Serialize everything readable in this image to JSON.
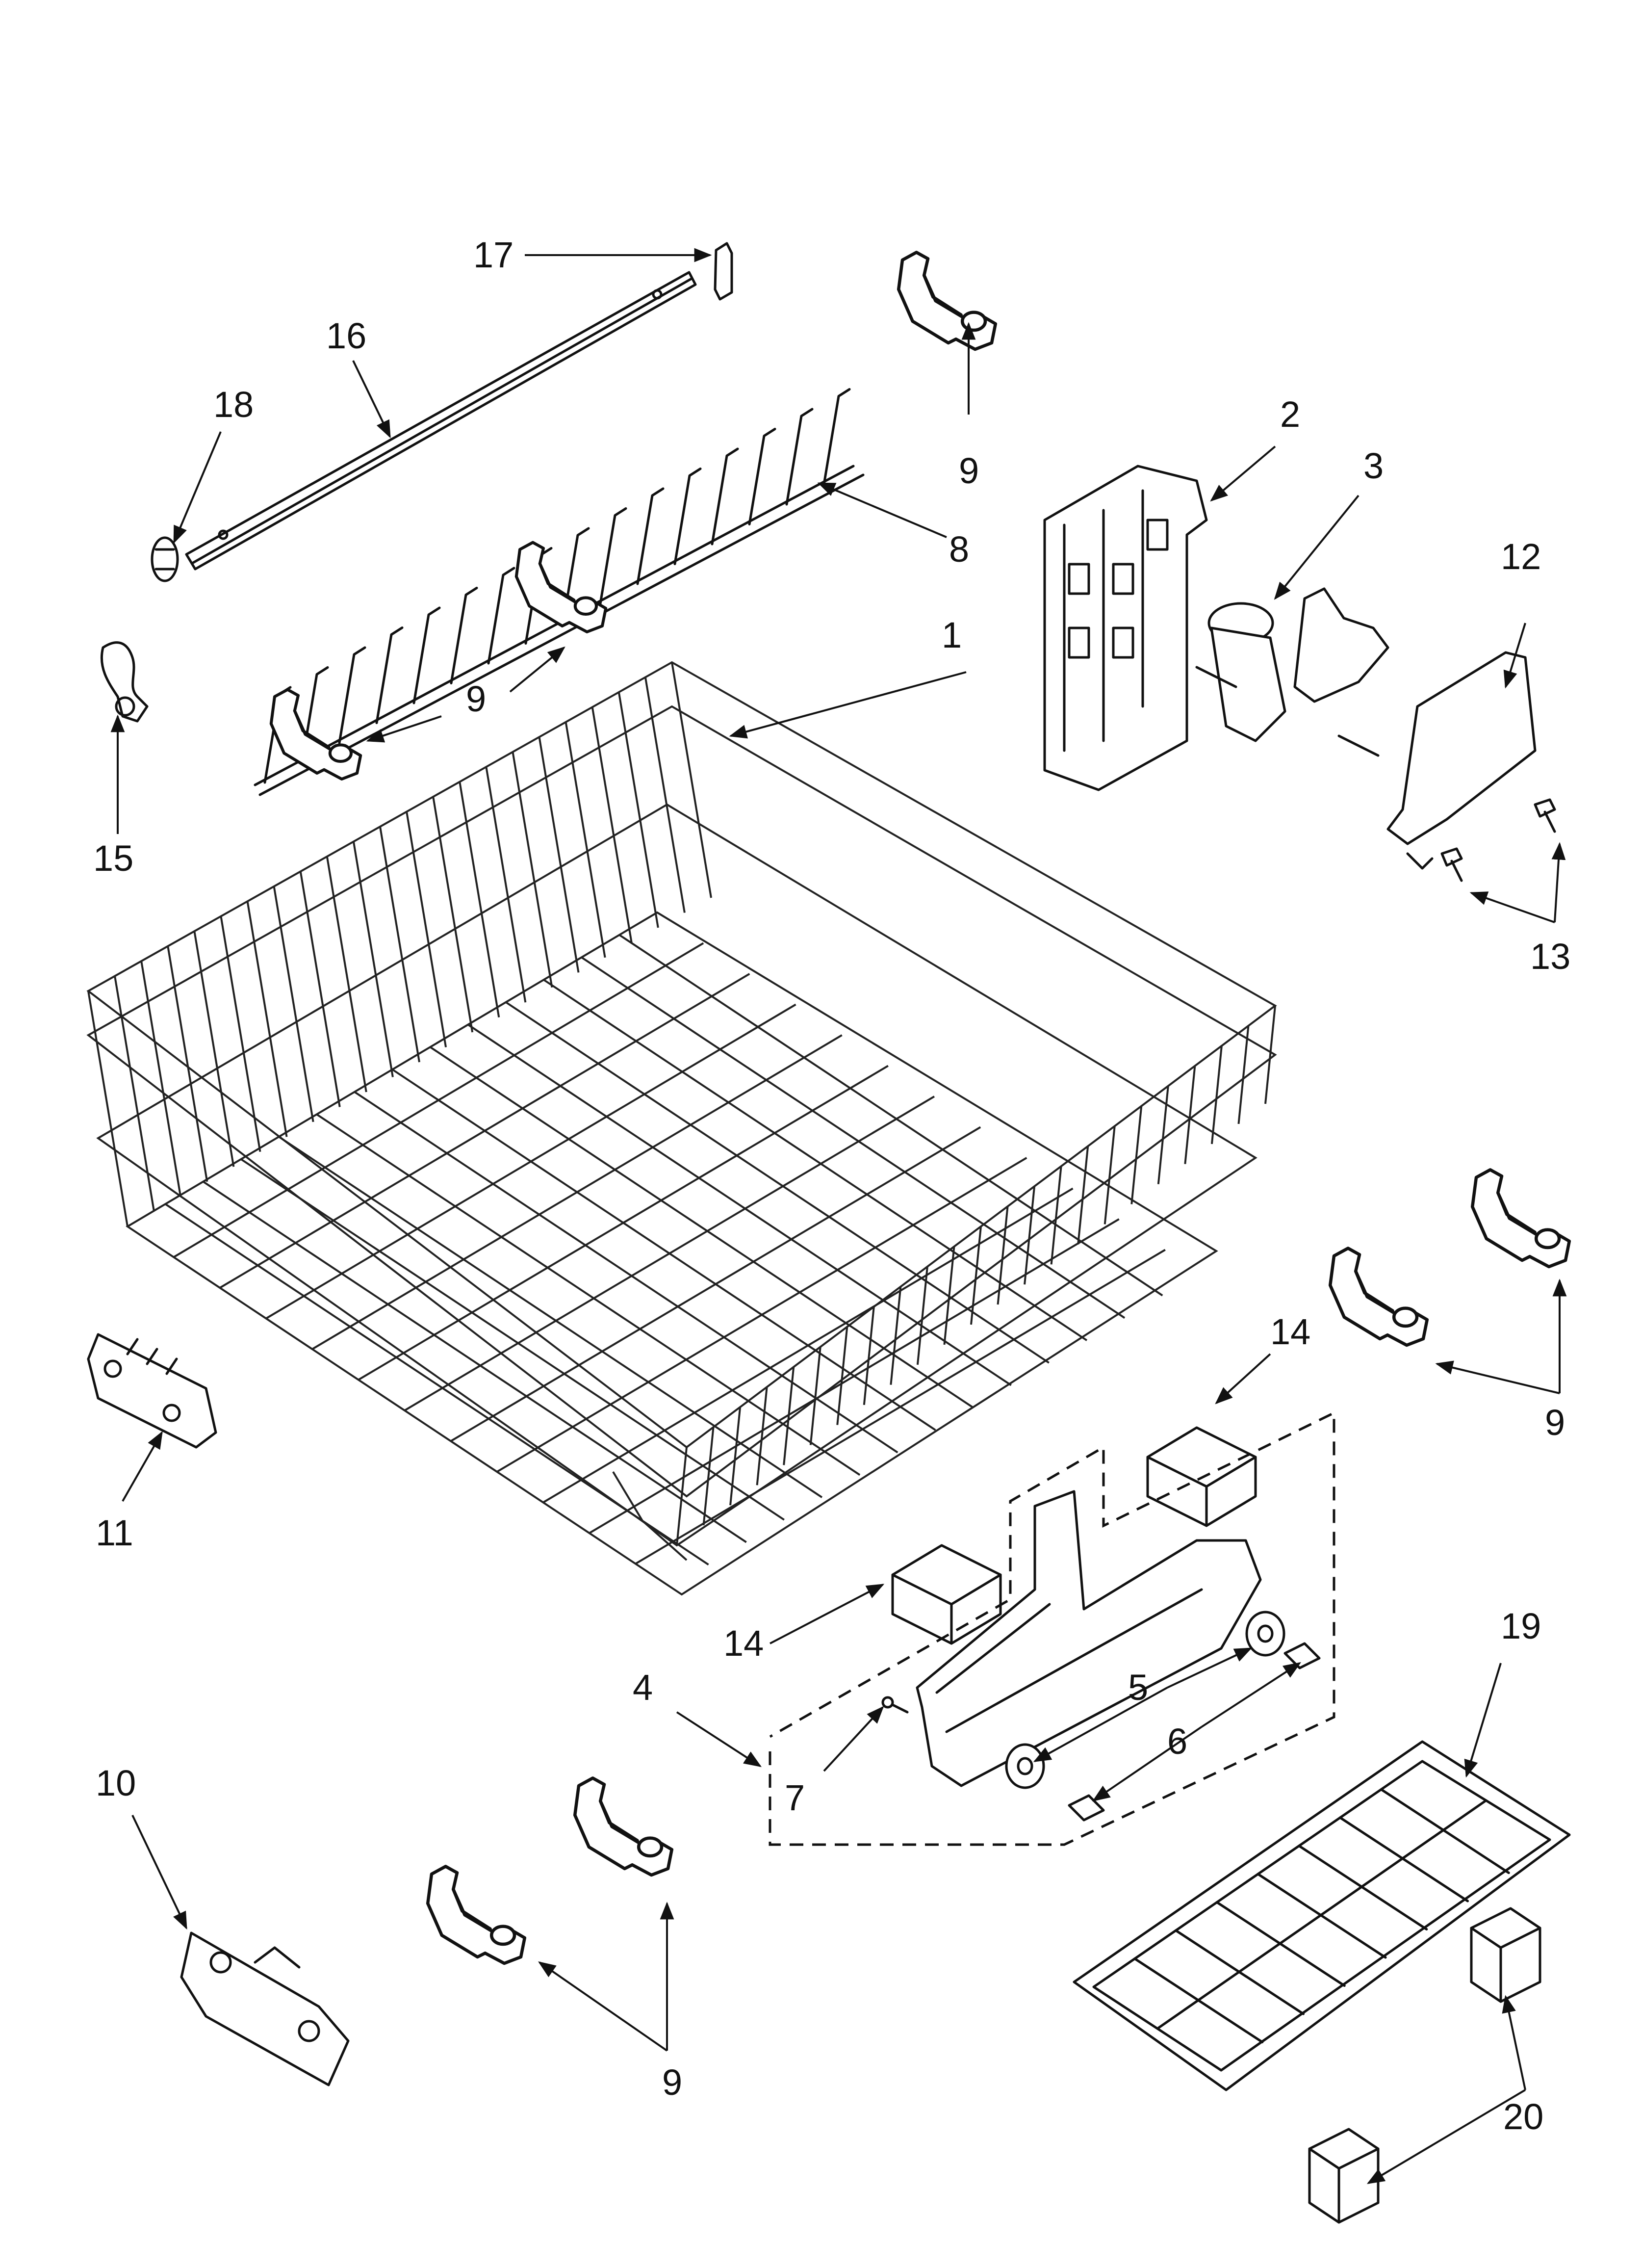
{
  "diagram": {
    "labels": {
      "l1": "1",
      "l2": "2",
      "l3": "3",
      "l4": "4",
      "l5": "5",
      "l6": "6",
      "l7": "7",
      "l8": "8",
      "l9a": "9",
      "l9b": "9",
      "l9c": "9",
      "l9d": "9",
      "l10": "10",
      "l11": "11",
      "l12": "12",
      "l13": "13",
      "l14a": "14",
      "l14b": "14",
      "l15": "15",
      "l16": "16",
      "l17": "17",
      "l18": "18",
      "l19": "19",
      "l20": "20"
    }
  }
}
